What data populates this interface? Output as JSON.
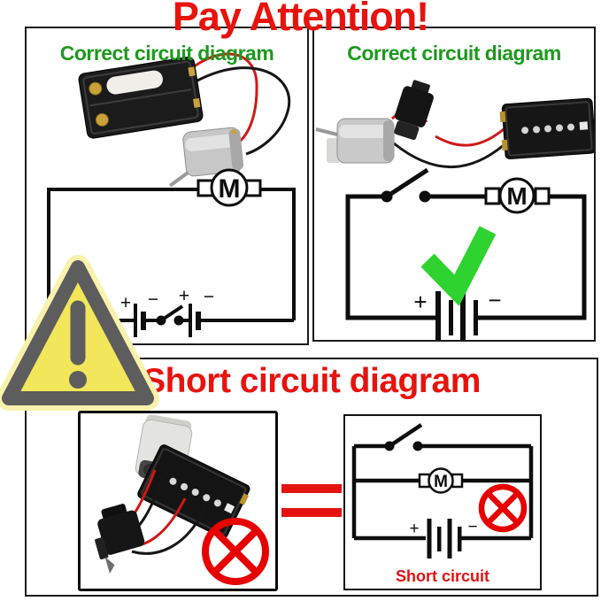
{
  "title": "Pay Attention!",
  "colors": {
    "title_red": "#e8130d",
    "heading_green": "#1d9a1d",
    "check_green": "#2fd32f",
    "prohibit_red": "#e60000",
    "equals_red": "#e51212",
    "warning_yellow": "#f2e65a",
    "warning_border_gray": "#5d5d5d",
    "schematic_black": "#0d0d0d",
    "wire_red": "#d01818"
  },
  "panels": {
    "top_left": {
      "label": "Correct circuit diagram",
      "diagram": {
        "motor_label": "M",
        "battery1_plus": "+",
        "battery1_minus": "−",
        "battery2_plus": "+",
        "battery2_minus": "−",
        "components": [
          "battery cell",
          "open switch",
          "battery cell",
          "motor"
        ]
      }
    },
    "top_right": {
      "label": "Correct circuit diagram",
      "diagram": {
        "motor_label": "M",
        "battery_plus": "+",
        "battery_minus": "−",
        "verdict": "correct",
        "components": [
          "open switch",
          "motor",
          "battery"
        ]
      }
    },
    "bottom": {
      "title": "Short circuit diagram",
      "equals": "=",
      "right_diagram": {
        "motor_label": "M",
        "battery_plus": "+",
        "battery_minus": "−",
        "caption": "Short circuit",
        "verdict": "prohibited",
        "components": [
          "open switch",
          "motor",
          "battery"
        ]
      }
    }
  }
}
